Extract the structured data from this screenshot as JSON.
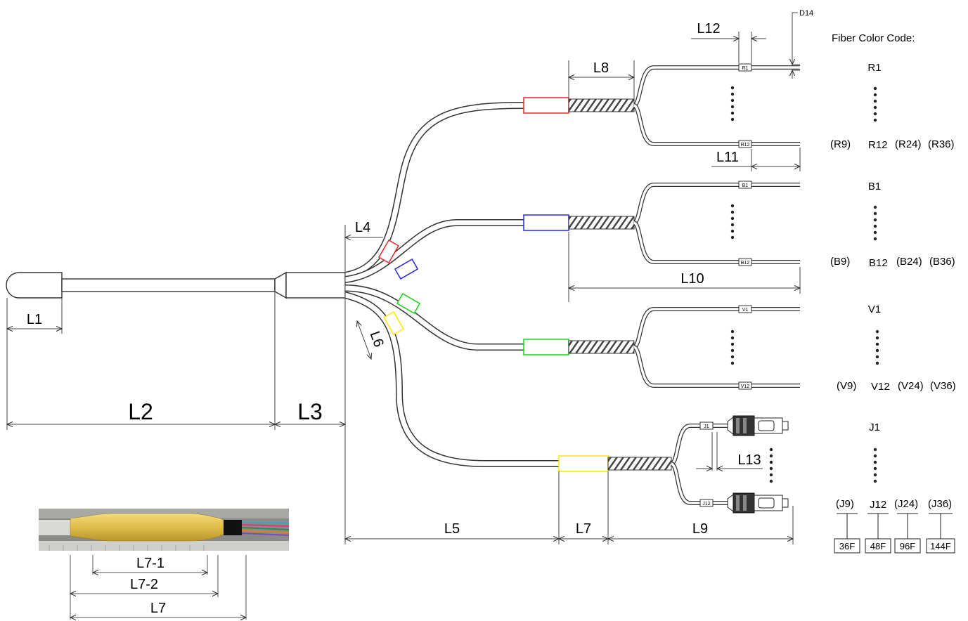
{
  "dimensions": {
    "l1": "L1",
    "l2": "L2",
    "l3": "L3",
    "l4": "L4",
    "l5": "L5",
    "l6": "L6",
    "l7": "L7",
    "l8": "L8",
    "l9": "L9",
    "l10": "L10",
    "l11": "L11",
    "l12": "L12",
    "l13": "L13",
    "d14": "D14"
  },
  "color_code": {
    "title": "Fiber Color Code:",
    "groups": [
      {
        "first": "R1",
        "last_prefix": "(R9)",
        "last": "R12",
        "alt1": "(R24)",
        "alt2": "(R36)"
      },
      {
        "first": "B1",
        "last_prefix": "(B9)",
        "last": "B12",
        "alt1": "(B24)",
        "alt2": "(B36)"
      },
      {
        "first": "V1",
        "last_prefix": "(V9)",
        "last": "V12",
        "alt1": "(V24)",
        "alt2": "(V36)"
      },
      {
        "first": "J1",
        "last_prefix": "(J9)",
        "last": "J12",
        "alt1": "(J24)",
        "alt2": "(J36)"
      }
    ],
    "fiber_counts": [
      "36F",
      "48F",
      "96F",
      "144F"
    ]
  },
  "fiber_tags": {
    "r_first": "R1",
    "r_last": "R12",
    "b_first": "B1",
    "b_last": "B12",
    "v_first": "V1",
    "v_last": "V12",
    "j_first": "J1",
    "j_last": "J12"
  },
  "photo_dims": {
    "l7_1": "L7-1",
    "l7_2": "L7-2",
    "l7": "L7"
  },
  "colors": {
    "red": "#e8272a",
    "blue": "#2a2ad9",
    "green": "#1fd11f",
    "yellow": "#ffe600",
    "boot": "#e6c552",
    "photo_bg": "#8a8a88"
  }
}
